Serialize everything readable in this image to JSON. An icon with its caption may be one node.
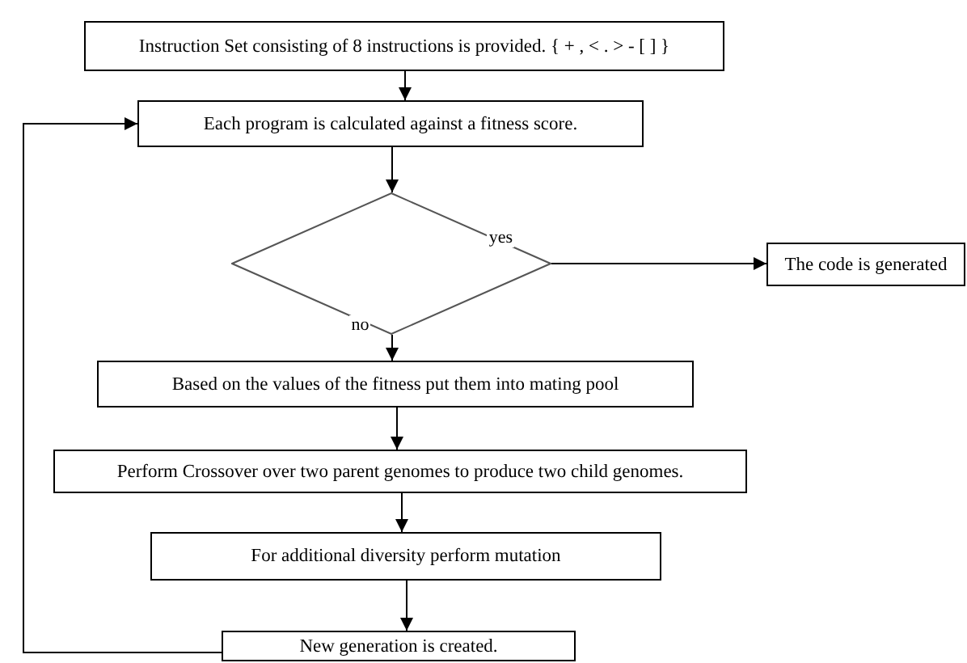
{
  "diagram": {
    "nodes": [
      {
        "text": [
          "Instruction Set consisting of 8 instructions is provided. { + , < . > - [ ] }"
        ]
      },
      {
        "text": [
          "Each program is calculated against a fitness score."
        ]
      },
      {
        "text": [],
        "shape": "diamond"
      },
      {
        "text": [
          "The code is generated"
        ]
      },
      {
        "text": [
          "Based on the values of the fitness put them into mating pool"
        ]
      },
      {
        "text": [
          "Perform Crossover over two parent genomes to produce two child genomes."
        ]
      },
      {
        "text": [
          "For additional diversity perform mutation"
        ]
      },
      {
        "text": [
          "New generation is created."
        ]
      }
    ],
    "edges": [
      {
        "from": 0,
        "to": 1,
        "arrow": "to"
      },
      {
        "from": 1,
        "to": 2,
        "arrow": "to"
      },
      {
        "from": 2,
        "to": 3,
        "arrow": "to",
        "label": "yes"
      },
      {
        "from": 2,
        "to": 4,
        "arrow": "to",
        "label": "no"
      },
      {
        "from": 4,
        "to": 5,
        "arrow": "to"
      },
      {
        "from": 5,
        "to": 6,
        "arrow": "to"
      },
      {
        "from": 6,
        "to": 7,
        "arrow": "to"
      },
      {
        "from": 7,
        "to": 1,
        "arrow": "to"
      }
    ]
  }
}
